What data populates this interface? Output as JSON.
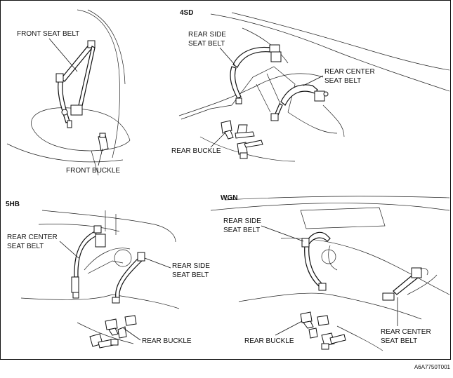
{
  "sections": {
    "sd4": {
      "title": "4SD",
      "rear_side_seat_belt": [
        "REAR SIDE",
        "SEAT BELT"
      ],
      "rear_center_seat_belt": [
        "REAR CENTER",
        "SEAT BELT"
      ],
      "rear_buckle": "REAR BUCKLE"
    },
    "front": {
      "front_seat_belt": "FRONT SEAT BELT",
      "front_buckle": "FRONT BUCKLE"
    },
    "hb5": {
      "title": "5HB",
      "rear_center_seat_belt": [
        "REAR CENTER",
        "SEAT BELT"
      ],
      "rear_side_seat_belt": [
        "REAR SIDE",
        "SEAT BELT"
      ],
      "rear_buckle": "REAR BUCKLE"
    },
    "wgn": {
      "title": "WGN",
      "rear_side_seat_belt": [
        "REAR SIDE",
        "SEAT BELT"
      ],
      "rear_center_seat_belt": [
        "REAR CENTER",
        "SEAT BELT"
      ],
      "rear_buckle": "REAR BUCKLE"
    }
  },
  "figure_code": "A6A7750T001",
  "colors": {
    "line": "#111111",
    "background": "#ffffff"
  }
}
